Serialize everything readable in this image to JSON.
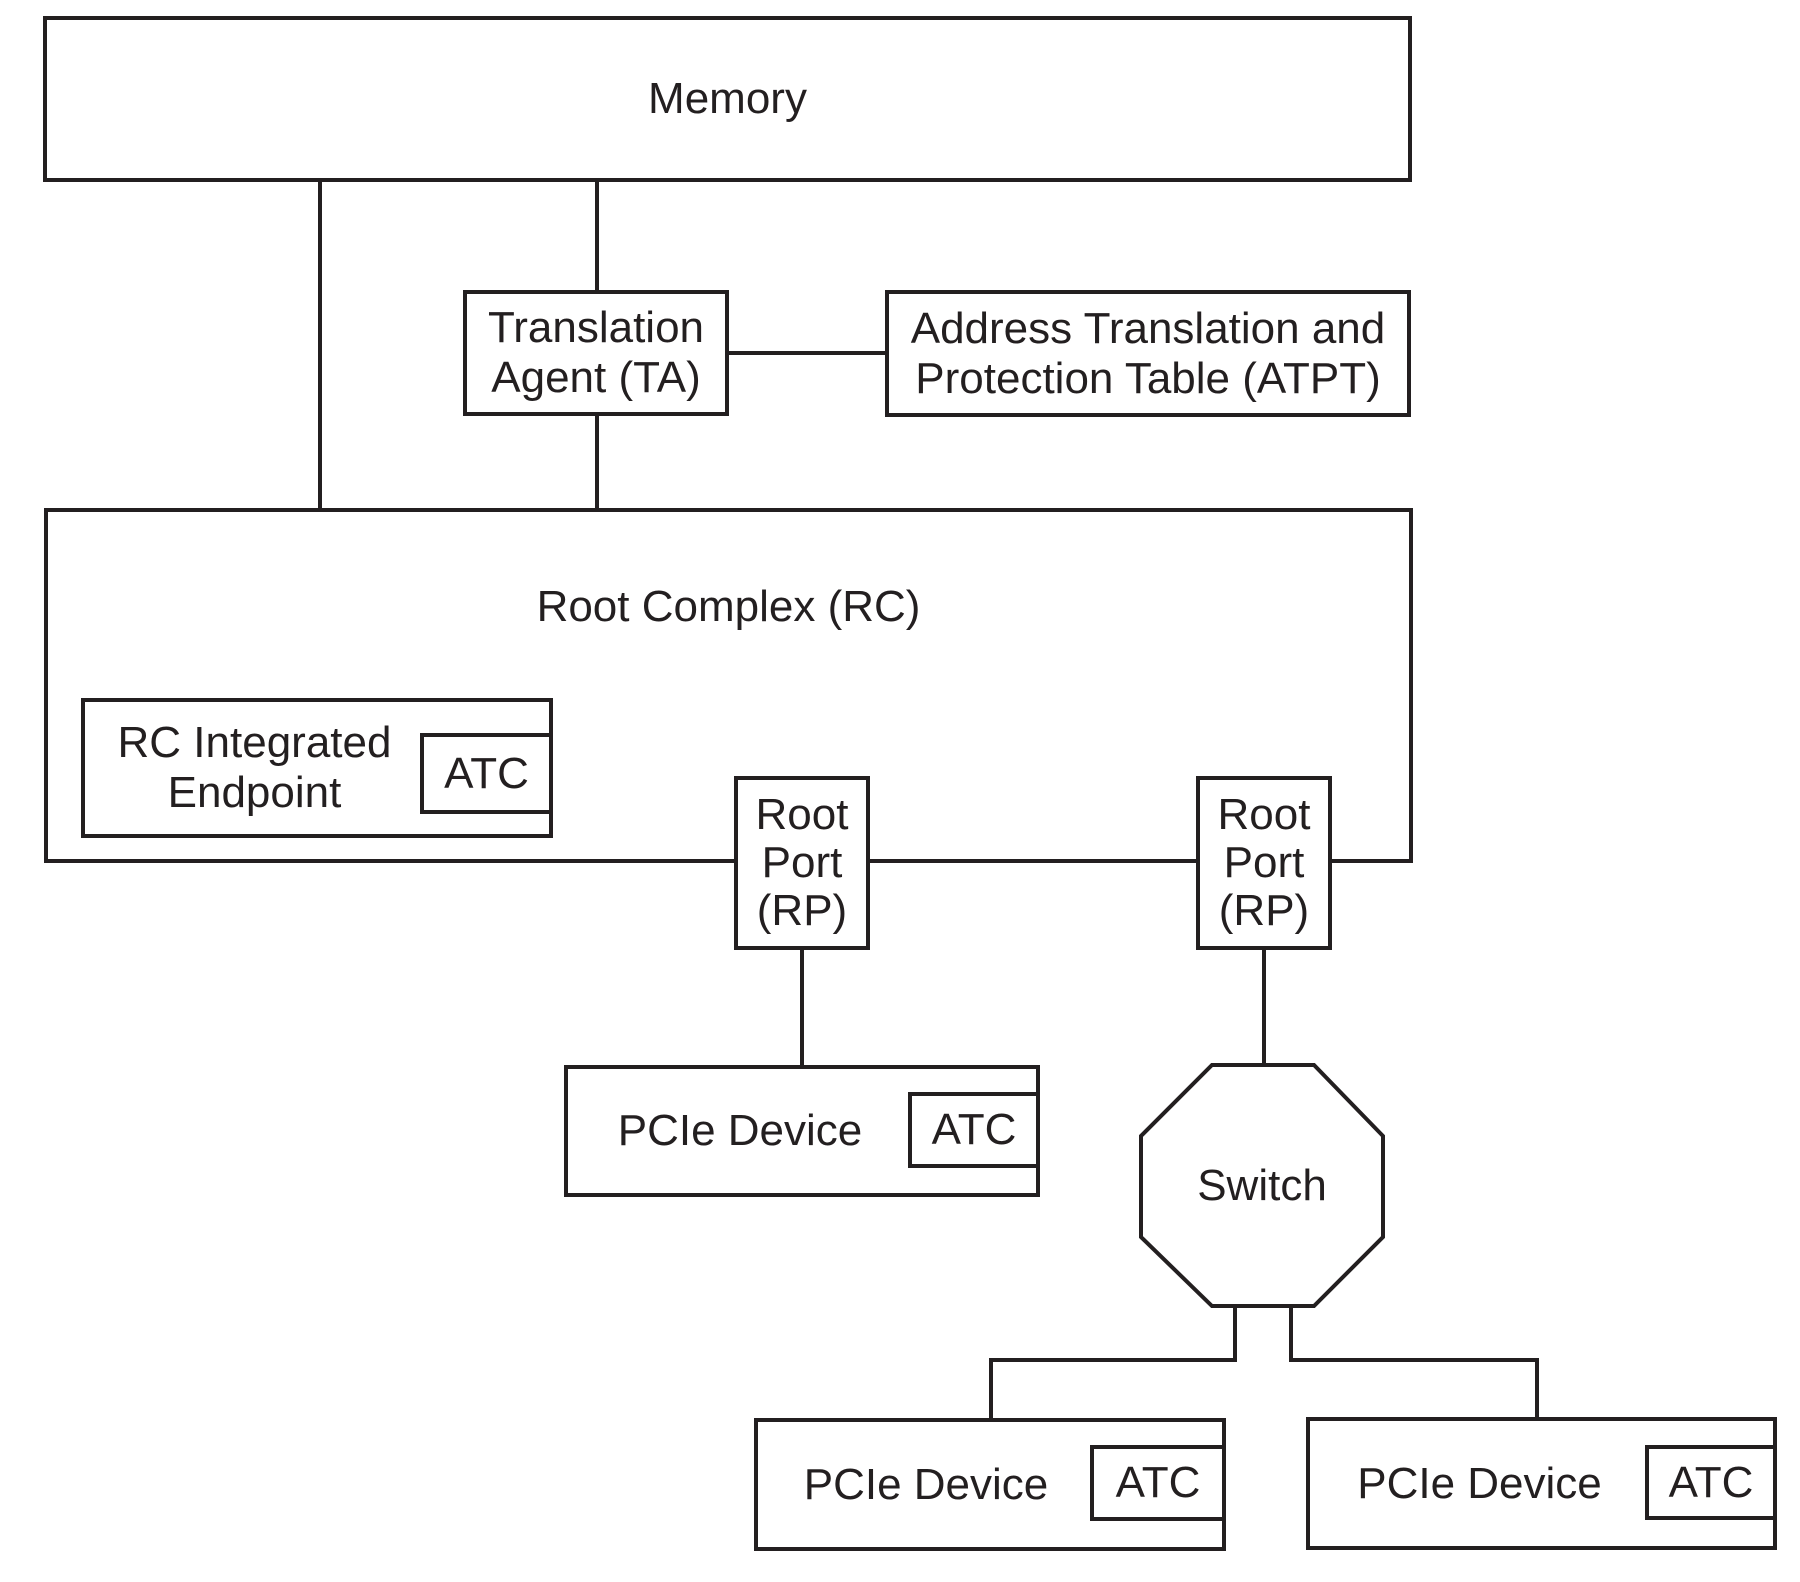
{
  "colors": {
    "ink": "#231F20",
    "background": "#FFFFFF"
  },
  "nodes": {
    "memory": {
      "label": "Memory"
    },
    "translation_agent": {
      "lines": [
        "Translation",
        "Agent (TA)"
      ]
    },
    "atpt": {
      "lines": [
        "Address Translation and",
        "Protection Table (ATPT)"
      ]
    },
    "root_complex": {
      "label": "Root Complex (RC)"
    },
    "rc_integrated_endpoint": {
      "lines": [
        "RC Integrated",
        "Endpoint"
      ],
      "atc_label": "ATC"
    },
    "root_port_left": {
      "lines": [
        "Root",
        "Port",
        "(RP)"
      ]
    },
    "root_port_right": {
      "lines": [
        "Root",
        "Port",
        "(RP)"
      ]
    },
    "pcie_device_middle": {
      "label": "PCIe Device",
      "atc_label": "ATC"
    },
    "switch": {
      "label": "Switch"
    },
    "pcie_device_bottom_left": {
      "label": "PCIe Device",
      "atc_label": "ATC"
    },
    "pcie_device_bottom_right": {
      "label": "PCIe Device",
      "atc_label": "ATC"
    }
  }
}
